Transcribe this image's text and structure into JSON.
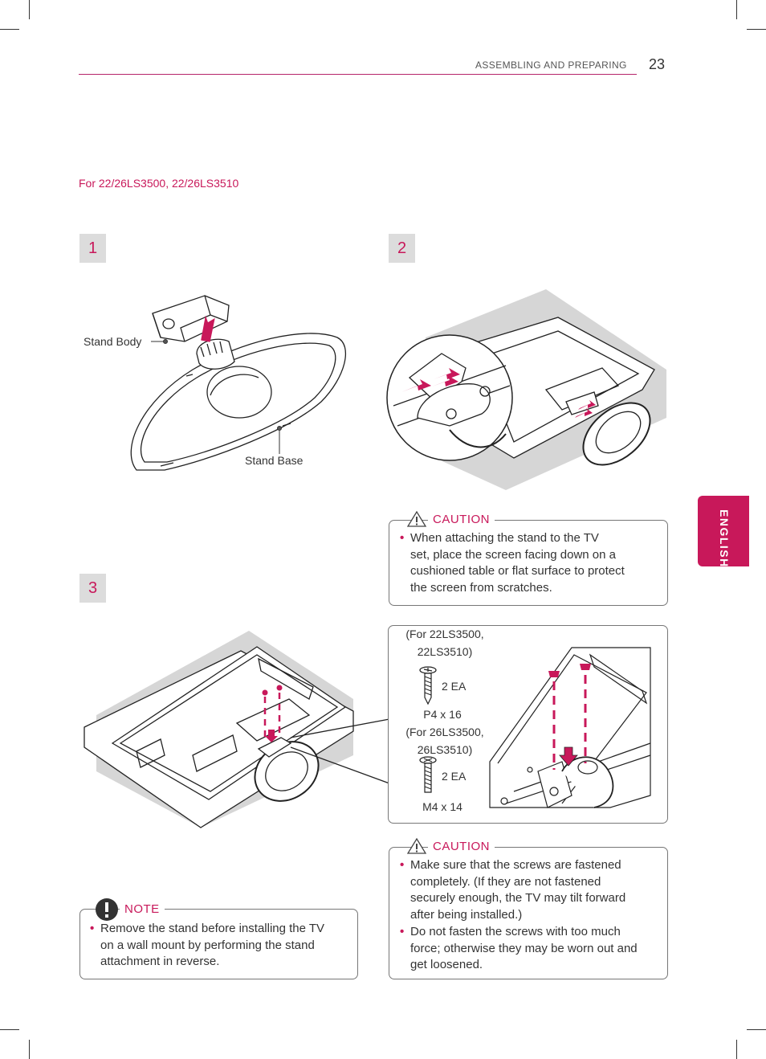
{
  "header": {
    "section": "ASSEMBLING AND PREPARING",
    "page_number": "23"
  },
  "subtitle": "For 22/26LS3500, 22/26LS3510",
  "steps": [
    {
      "number": "1",
      "labels": {
        "stand_body": "Stand Body",
        "stand_base": "Stand Base"
      }
    },
    {
      "number": "2"
    },
    {
      "number": "3"
    }
  ],
  "caution1": {
    "title": "CAUTION",
    "items": [
      {
        "lines": [
          "When attaching the stand to the TV",
          "set, place the screen facing down on a",
          "cushioned table or flat surface to protect",
          "the screen from scratches."
        ]
      }
    ]
  },
  "screws": [
    {
      "model_line1": "(For 22LS3500,",
      "model_line2": "22LS3510)",
      "qty": "2 EA",
      "size": "P4 x 16"
    },
    {
      "model_line1": "(For 26LS3500,",
      "model_line2": "26LS3510)",
      "qty": "2 EA",
      "size": "M4 x 14"
    }
  ],
  "caution2": {
    "title": "CAUTION",
    "items": [
      {
        "lines": [
          "Make sure that the screws are fastened",
          "completely. (If they are not fastened",
          "securely enough, the TV may tilt forward",
          "after being installed.)"
        ]
      },
      {
        "lines": [
          "Do not fasten the screws with too much",
          "force; otherwise they may be worn out and",
          "get loosened."
        ]
      }
    ]
  },
  "note": {
    "title": "NOTE",
    "items": [
      {
        "lines": [
          "Remove the stand before installing the TV",
          "on a wall mount by performing the stand",
          "attachment in reverse."
        ]
      }
    ]
  },
  "side_tab": "ENGLISH",
  "colors": {
    "accent": "#c8185a",
    "badge_bg": "#dcdcdc",
    "shadow": "#d6d6d6"
  }
}
